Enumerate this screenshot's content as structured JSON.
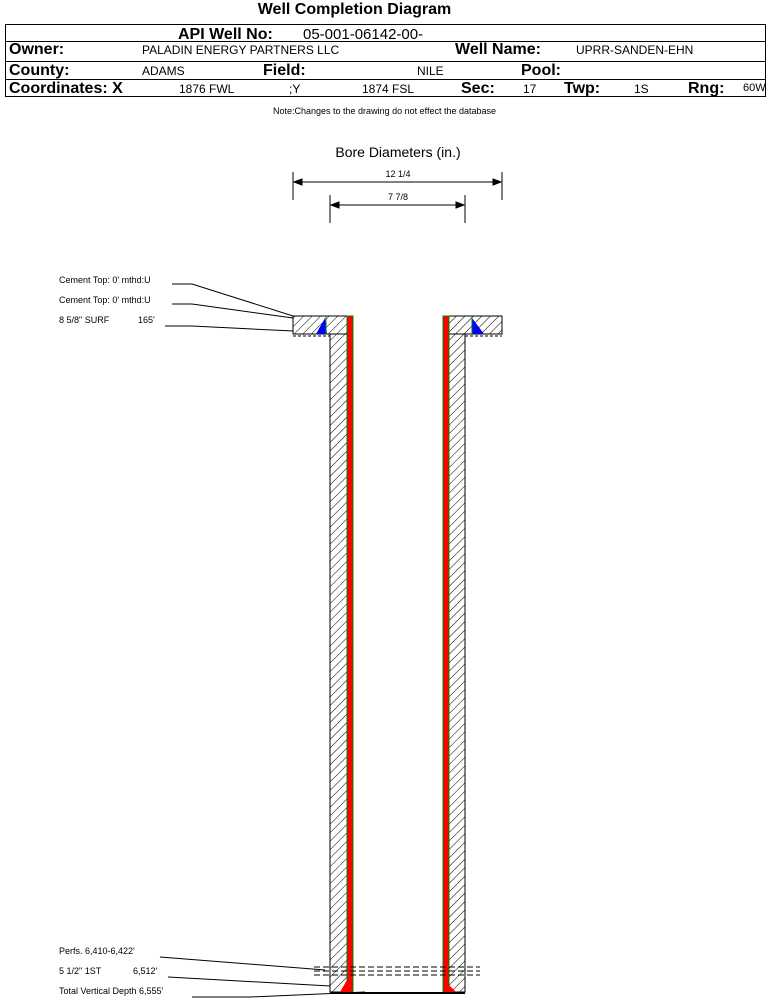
{
  "title": "Well Completion Diagram",
  "header": {
    "api_label": "API Well No:",
    "api_value": "05-001-06142-00-",
    "owner_label": "Owner:",
    "owner_value": "PALADIN ENERGY PARTNERS LLC",
    "well_name_label": "Well Name:",
    "well_name_value": "UPRR-SANDEN-EHN",
    "county_label": "County:",
    "county_value": "ADAMS",
    "field_label": "Field:",
    "field_value": "NILE",
    "pool_label": "Pool:",
    "coords_label": "Coordinates: X",
    "x_value": "1876 FWL",
    "y_label": ";Y",
    "y_value": "1874 FSL",
    "sec_label": "Sec:",
    "sec_value": "17",
    "twp_label": "Twp:",
    "twp_value": "1S",
    "rng_label": "Rng:",
    "rng_value": "60W"
  },
  "note": "Note:Changes to the drawing do not effect the database",
  "diagram": {
    "bore_title": "Bore Diameters (in.)",
    "bore_outer": "12 1/4",
    "bore_inner": "7 7/8",
    "labels": [
      "Cement Top: 0' mthd:U",
      "Cement Top: 0' mthd:U",
      "8 5/8\" SURF",
      "165'",
      "Perfs. 6,410-6,422'",
      "5 1/2\" 1ST",
      "6,512'",
      "Total Vertical Depth 6,555'"
    ],
    "colors": {
      "casing": "#ff0000",
      "casing_edge": "#008000",
      "cement": "#0000ff"
    }
  }
}
